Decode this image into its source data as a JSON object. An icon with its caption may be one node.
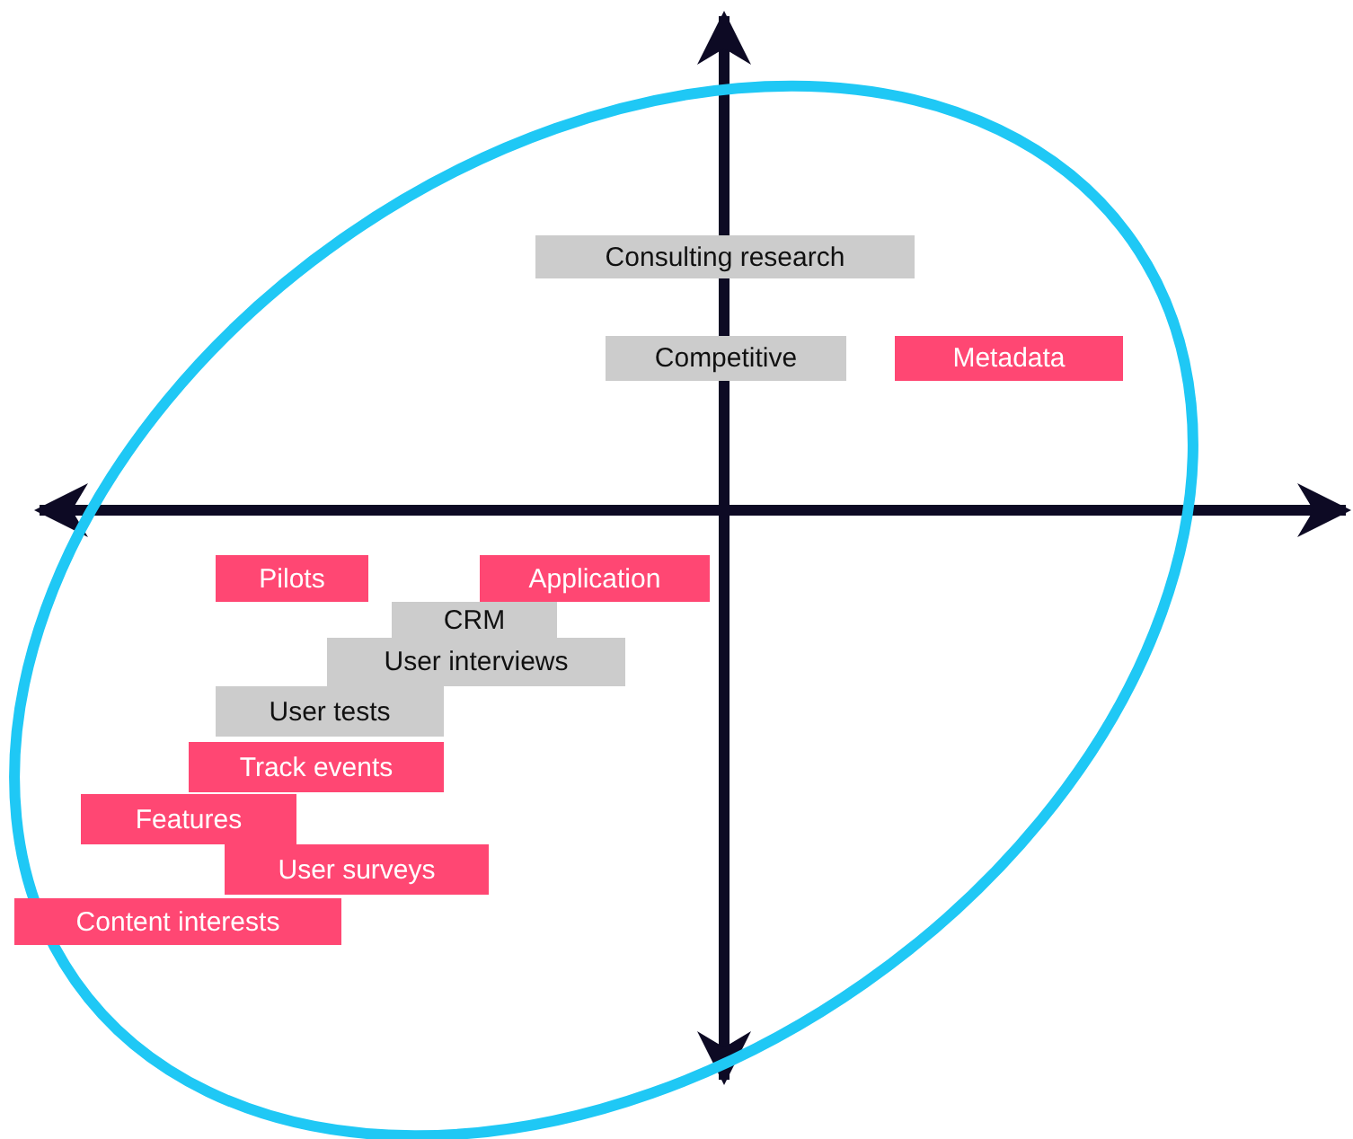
{
  "diagram": {
    "nodes": [
      {
        "text": [
          "Consulting research"
        ]
      },
      {
        "text": [
          "Competitive"
        ]
      },
      {
        "text": [
          "Metadata"
        ]
      },
      {
        "text": [
          "Pilots"
        ]
      },
      {
        "text": [
          "Application"
        ]
      },
      {
        "text": [
          "CRM"
        ]
      },
      {
        "text": [
          "User interviews"
        ]
      },
      {
        "text": [
          "User tests"
        ]
      },
      {
        "text": [
          "Track events"
        ]
      },
      {
        "text": [
          "Features"
        ]
      },
      {
        "text": [
          "User surveys"
        ]
      },
      {
        "text": [
          "Content interests"
        ]
      }
    ]
  }
}
